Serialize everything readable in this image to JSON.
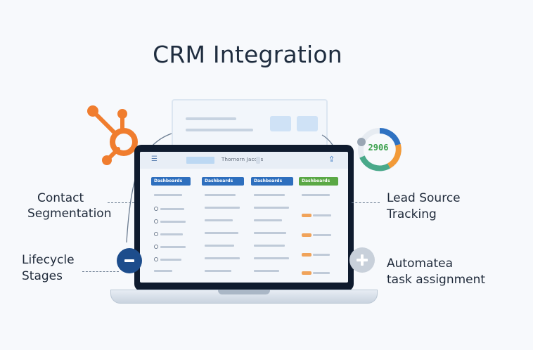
{
  "title": "CRM Integration",
  "labels": {
    "contact_segmentation": [
      "Contact",
      "Segmentation"
    ],
    "lifecycle_stages": [
      "Lifecycle",
      "Stages"
    ],
    "lead_source_tracking": [
      "Lead Source",
      "Tracking"
    ],
    "automated_task_assignment": [
      "Automatea",
      "task assignment"
    ]
  },
  "gauge": {
    "value_text": "2906"
  },
  "dashboard": {
    "topbar_text": "Thornorn Jacobs",
    "columns": [
      "Dashboards",
      "Dashboards",
      "Dashboards",
      "Dashboards"
    ]
  },
  "icons": {
    "hub": "hubspot-sprocket-icon",
    "gauge": "donut-gauge-icon",
    "minus": "minus-icon",
    "plus": "plus-icon",
    "menu": "menu-icon",
    "share": "share-icon"
  },
  "colors": {
    "hub_orange": "#f07d2e",
    "column_blue": "#2e6fbe",
    "column_green": "#5aa845",
    "minus_navy": "#1d4d8c",
    "plus_gray": "#c8d0da",
    "gauge_blue": "#2f72c2",
    "gauge_orange": "#f29a38",
    "gauge_green": "#49a98a"
  }
}
